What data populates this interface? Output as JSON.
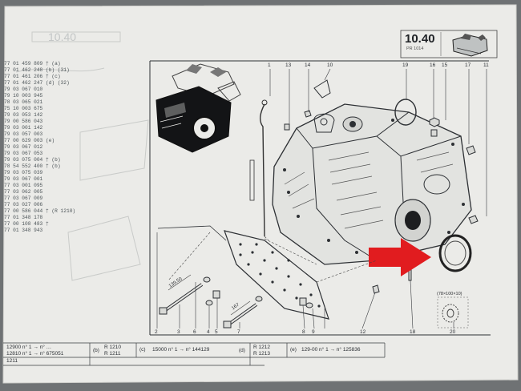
{
  "header": {
    "section_number": "10.40",
    "section_code": "PR 1014",
    "top_left_faint": "10.40"
  },
  "part_list": {
    "rows": [
      "77 01 459 809 † (a)",
      "77 01 462 248 (b) (31)",
      "77 01 461 206 † (c)",
      "77 01 462 247 (d) (32)",
      "79 03 067 010",
      "79 10 003 945",
      "78 03 065 021",
      "75 10 003 675",
      "79 03 053 142",
      "79 00 586 043",
      "79 03 001 142",
      "79 03 057 003",
      "77 00 629 003 (e)",
      "79 03 067 012",
      "79 03 067 053",
      "79 03 075 004 † (b)",
      "78 54 552 400 † (b)",
      "79 03 075 039",
      "79 03 067 001",
      "77 03 001 095",
      "77 03 062 005",
      "77 03 067 009",
      "77 03 027 006",
      "77 00 586 044 † (R 1210)",
      "77 01 348 178",
      "77 00 108 483 †",
      "77 01 348 943"
    ]
  },
  "callouts": {
    "top": [
      "1",
      "13",
      "14",
      "10",
      "19",
      "16",
      "15",
      "17",
      "11"
    ],
    "bottom": [
      "2",
      "3",
      "6",
      "4",
      "5",
      "7",
      "8",
      "9",
      "12",
      "18",
      "20"
    ],
    "dim_139": "139,50",
    "dim_167": "167",
    "seal_dim": "(78×100×10)"
  },
  "footer": {
    "col1_line1": "12900 n° 1 → n° …",
    "col1_line2": "12810 n° 1 → n° 675051",
    "col1_line3": "1211",
    "b_tag": "(b)",
    "b_r1": "R 1210",
    "b_r2": "R 1211",
    "c_tag": "(c)",
    "c_text": "15000 n° 1 → n° 144129",
    "d_tag": "(d)",
    "d_r1": "R 1212",
    "d_r2": "R 1213",
    "e_tag": "(e)",
    "e_text": "129-00 n° 1 → n° 125836"
  },
  "colors": {
    "page": "#ececea",
    "ink": "#2d3034",
    "faint_ink": "#8b9194",
    "arrow": "#e11c1f",
    "background": "#6f7274"
  },
  "icons": {
    "engine_thumbnail": "engine-block-thumbnail-icon",
    "engine_perspective": "engine-perspective-icon",
    "highlight_arrow": "red-arrow-icon"
  }
}
